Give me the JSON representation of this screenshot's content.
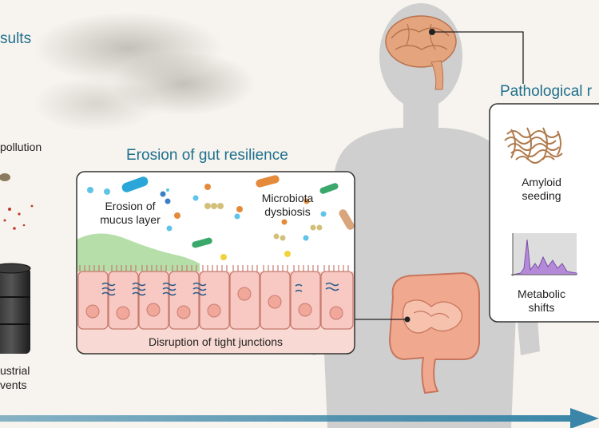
{
  "header_left": "sults",
  "left_column": {
    "pollution_label": "pollution",
    "industrial_label_line1": "ustrial",
    "industrial_label_line2": "vents"
  },
  "gut_panel": {
    "title": "Erosion of gut resilience",
    "mucus_line1": "Erosion of",
    "mucus_line2": "mucus layer",
    "microbiota_line1": "Microbiota",
    "microbiota_line2": "dysbiosis",
    "junctions": "Disruption of tight junctions"
  },
  "right_panel": {
    "title": "Pathological r",
    "amyloid_line1": "Amyloid",
    "amyloid_line2": "seeding",
    "metabolic_line1": "Metabolic",
    "metabolic_line2": "shifts"
  },
  "colors": {
    "title_teal": "#1e6f8c",
    "arrow_blue": "#3b86a8",
    "silhouette": "#c8c8c8",
    "epithelium": "#f7c9c2",
    "mucus_green": "#a9d89a",
    "panel_border": "#333333"
  }
}
